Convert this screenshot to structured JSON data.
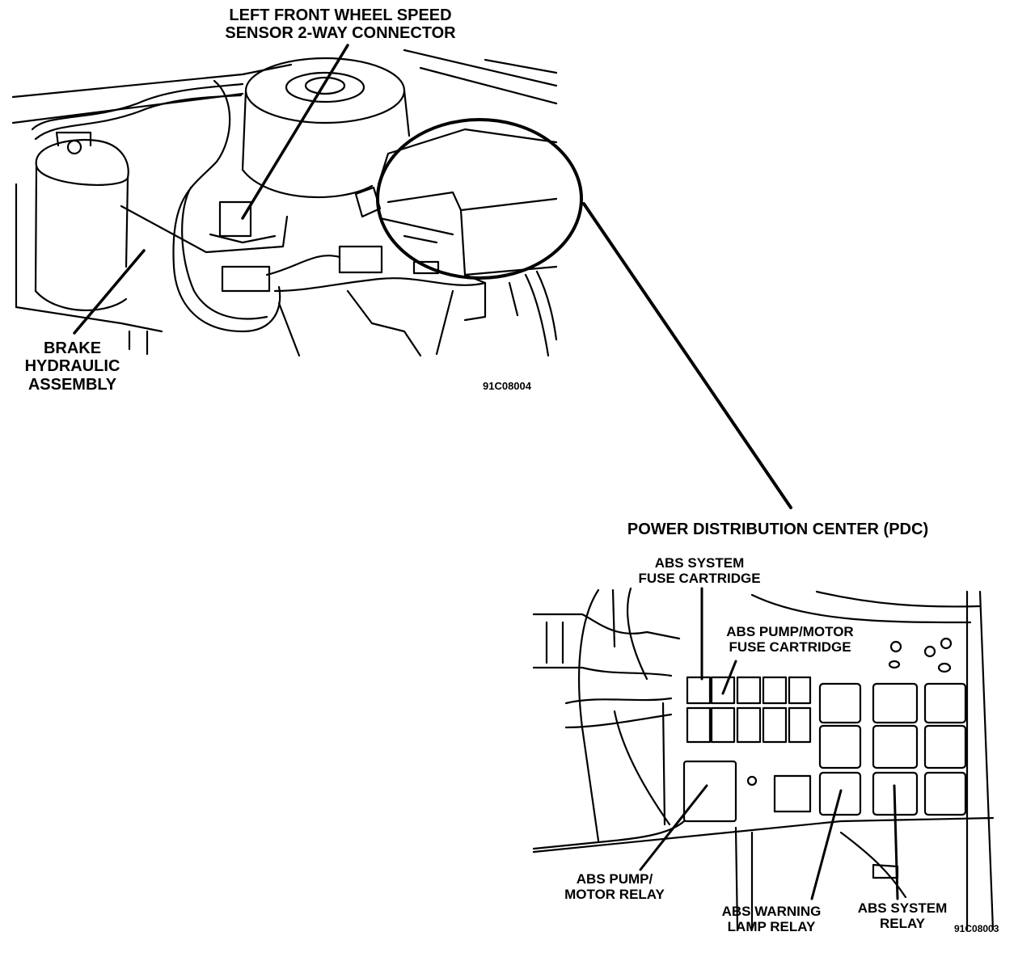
{
  "top_view": {
    "labels": {
      "wheel_speed_connector": [
        "LEFT FRONT WHEEL SPEED",
        "SENSOR 2-WAY CONNECTOR"
      ],
      "brake_hydraulic": [
        "BRAKE",
        "HYDRAULIC",
        "ASSEMBLY"
      ]
    },
    "figure_code": "91C08004"
  },
  "pdc_view": {
    "title": "POWER DISTRIBUTION CENTER (PDC)",
    "labels": {
      "abs_system_fuse": [
        "ABS SYSTEM",
        "FUSE CARTRIDGE"
      ],
      "abs_pump_fuse": [
        "ABS PUMP/MOTOR",
        "FUSE CARTRIDGE"
      ],
      "abs_pump_relay": [
        "ABS PUMP/",
        "MOTOR RELAY"
      ],
      "abs_warning_relay": [
        "ABS WARNING",
        "LAMP RELAY"
      ],
      "abs_system_relay": [
        "ABS SYSTEM",
        "RELAY"
      ]
    },
    "figure_code": "91C08003"
  }
}
